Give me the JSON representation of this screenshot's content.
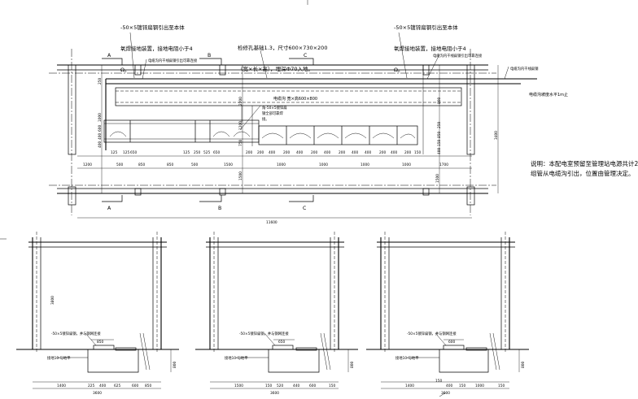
{
  "plan": {
    "note_left_line1": "-50×5镀锌扁钢引出至本体",
    "note_left_line2": "氧焊接地装置，接地电阻小于4",
    "note_left_line3": "Ω。",
    "note_right_line1": "-50×5镀锌扁钢引出至本体",
    "note_right_line2": "氧焊接地装置，接地电阻小于4",
    "note_right_line3": "Ω。",
    "foundation_spec_line1": "检修孔基础1.3，尺寸600×730×200",
    "foundation_spec_line2": "（宽×长×高），埋深Ф70入地。",
    "callout_inner_channel": "电缆沟内干线扁钢引出可靠连接",
    "callout_inner_channel_right": "电缆沟内干线扁钢引出可靠连接",
    "callout_main_steel": "电缆沟内干线扁钢",
    "trench_label": "电缆沟 宽×高600×800",
    "slope_label": "电缆沟坡度水平1m止",
    "bracket_note_line1": "角-50×5镀锌扁",
    "bracket_note_line2": "钢全部可靠焊",
    "bracket_note_line3": "接。",
    "section_marks": [
      "A",
      "B",
      "C",
      "A",
      "B",
      "C"
    ],
    "note_para_line1": "说明：本配电室预留至管理站电源共计2",
    "note_para_line2": "组管从电缆沟引出，位置由管理决定。",
    "dims_row1": [
      "125",
      "125",
      "650",
      "125",
      "250",
      "525",
      "650",
      "200",
      "200",
      "400",
      "200",
      "400",
      "200",
      "400",
      "200",
      "400",
      "400",
      "200",
      "400",
      "200",
      "150"
    ],
    "dims_row2": [
      "1200",
      "500",
      "850",
      "850",
      "500",
      "1500",
      "1000",
      "1000",
      "1000",
      "1000",
      "1700"
    ],
    "dims_total": "11600",
    "dims_vertical": [
      "250",
      "1000",
      "600",
      "400",
      "400",
      "2200",
      "1200",
      "750",
      "1500",
      "1500",
      "3400"
    ],
    "dims_vertical_right": [
      "800",
      "250",
      "850",
      "150",
      "400"
    ]
  },
  "sections": [
    {
      "height_dim": "3800",
      "steel_note": "-50×5镀锌扁钢，并与钢网连接",
      "ground_note": "接地10-与地平",
      "top_dim": "850",
      "bottom_dims": [
        "1400",
        "225",
        "400",
        "625",
        "600",
        "850"
      ],
      "total": "3600",
      "right_dim": "800"
    },
    {
      "height_dim": "",
      "steel_note": "-50×5镀锌扁钢，并与钢网连接",
      "ground_note": "接地10-与地平",
      "top_dim": "650",
      "bottom_dims": [
        "1500",
        "150",
        "520",
        "440",
        "600",
        "150"
      ],
      "total": "3600",
      "right_dim": "800"
    },
    {
      "height_dim": "",
      "steel_note": "-50×5镀锌扁钢，并与钢网连接",
      "ground_note": "接地10-与地平",
      "top_dim": "600",
      "bottom_dims": [
        "1400",
        "150",
        "400",
        "150",
        "1000",
        "150"
      ],
      "total": "3600",
      "right_dim": "800"
    }
  ]
}
